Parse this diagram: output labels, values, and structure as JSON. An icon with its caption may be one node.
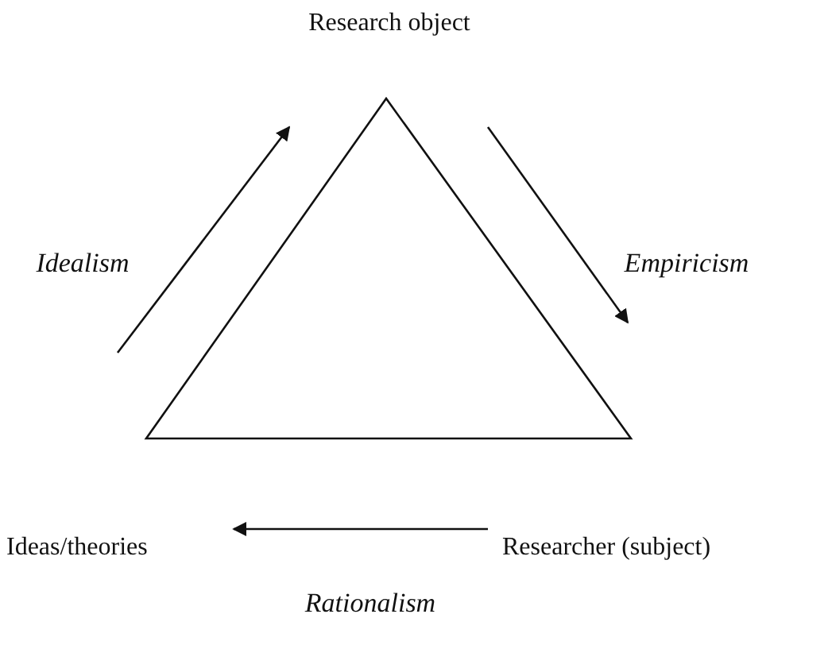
{
  "diagram": {
    "nodes": [
      {
        "text": [
          "Research object"
        ]
      },
      {
        "text": [
          "Ideas/theories"
        ]
      },
      {
        "text": [
          "Researcher (subject)"
        ]
      }
    ],
    "labels": [
      "Idealism",
      "Empiricism",
      "Rationalism"
    ]
  }
}
